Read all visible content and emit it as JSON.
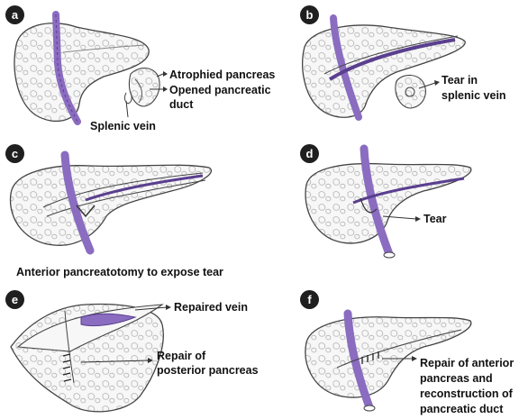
{
  "colors": {
    "vein": "#8a6cc0",
    "vein_dark": "#5a3f8f",
    "outline": "#444444",
    "pancreas": "#f7f7f7",
    "badge": "#1f1f1f"
  },
  "panels": [
    {
      "letter": "a",
      "labels": [
        "Atrophied pancreas",
        "Opened pancreatic",
        "duct",
        "Splenic vein"
      ]
    },
    {
      "letter": "b",
      "labels": [
        "Tear in",
        "splenic vein"
      ]
    },
    {
      "letter": "c",
      "labels": [
        "Anterior pancreatotomy to expose tear"
      ]
    },
    {
      "letter": "d",
      "labels": [
        "Tear"
      ]
    },
    {
      "letter": "e",
      "labels": [
        "Repaired vein",
        "Repair of",
        "posterior pancreas"
      ]
    },
    {
      "letter": "f",
      "labels": [
        "Repair of anterior",
        "pancreas and",
        "reconstruction of",
        "pancreatic duct"
      ]
    }
  ]
}
